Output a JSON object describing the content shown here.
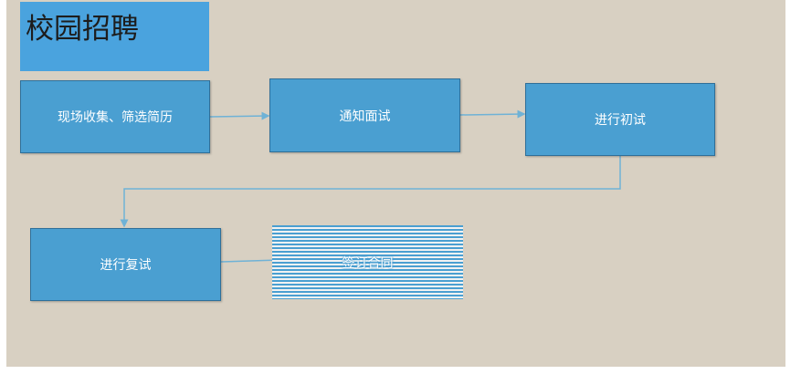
{
  "title": "校园招聘",
  "nodes": {
    "n1": "现场收集、筛选简历",
    "n2": "通知面试",
    "n3": "进行初试",
    "n4": "进行复试",
    "n5": "签订合同"
  },
  "colors": {
    "node_fill": "#4a9fd1",
    "title_fill": "#4aa3de",
    "background": "#d8d0c2",
    "connector": "#6fb2d6"
  }
}
